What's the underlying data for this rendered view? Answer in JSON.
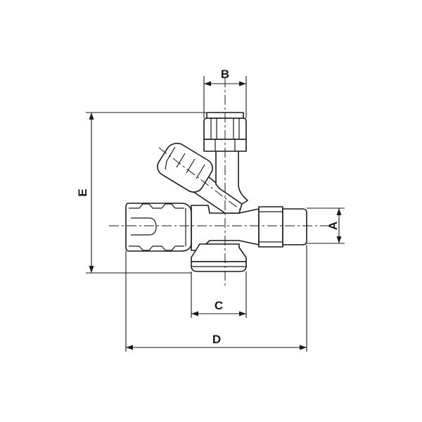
{
  "diagram": {
    "dimension_labels": {
      "a": "A",
      "b": "B",
      "c": "C",
      "d": "D",
      "e": "E"
    },
    "line_color": "#1a1a1a",
    "background_color": "#ffffff"
  }
}
